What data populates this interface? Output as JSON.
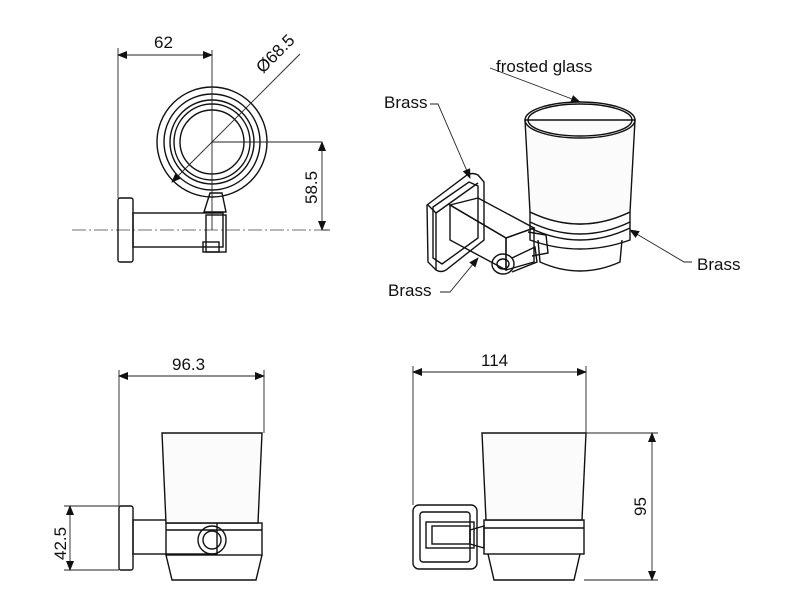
{
  "dimensions": {
    "top_width": "62",
    "top_diameter": "Ø68.5",
    "top_height": "58.5",
    "side_width": "96.3",
    "side_height": "42.5",
    "front_width": "114",
    "front_height": "95"
  },
  "labels": {
    "glass": "frosted glass",
    "brass_plate": "Brass",
    "brass_base": "Brass",
    "brass_ring": "Brass"
  },
  "colors": {
    "line": "#111111",
    "background": "#ffffff"
  }
}
